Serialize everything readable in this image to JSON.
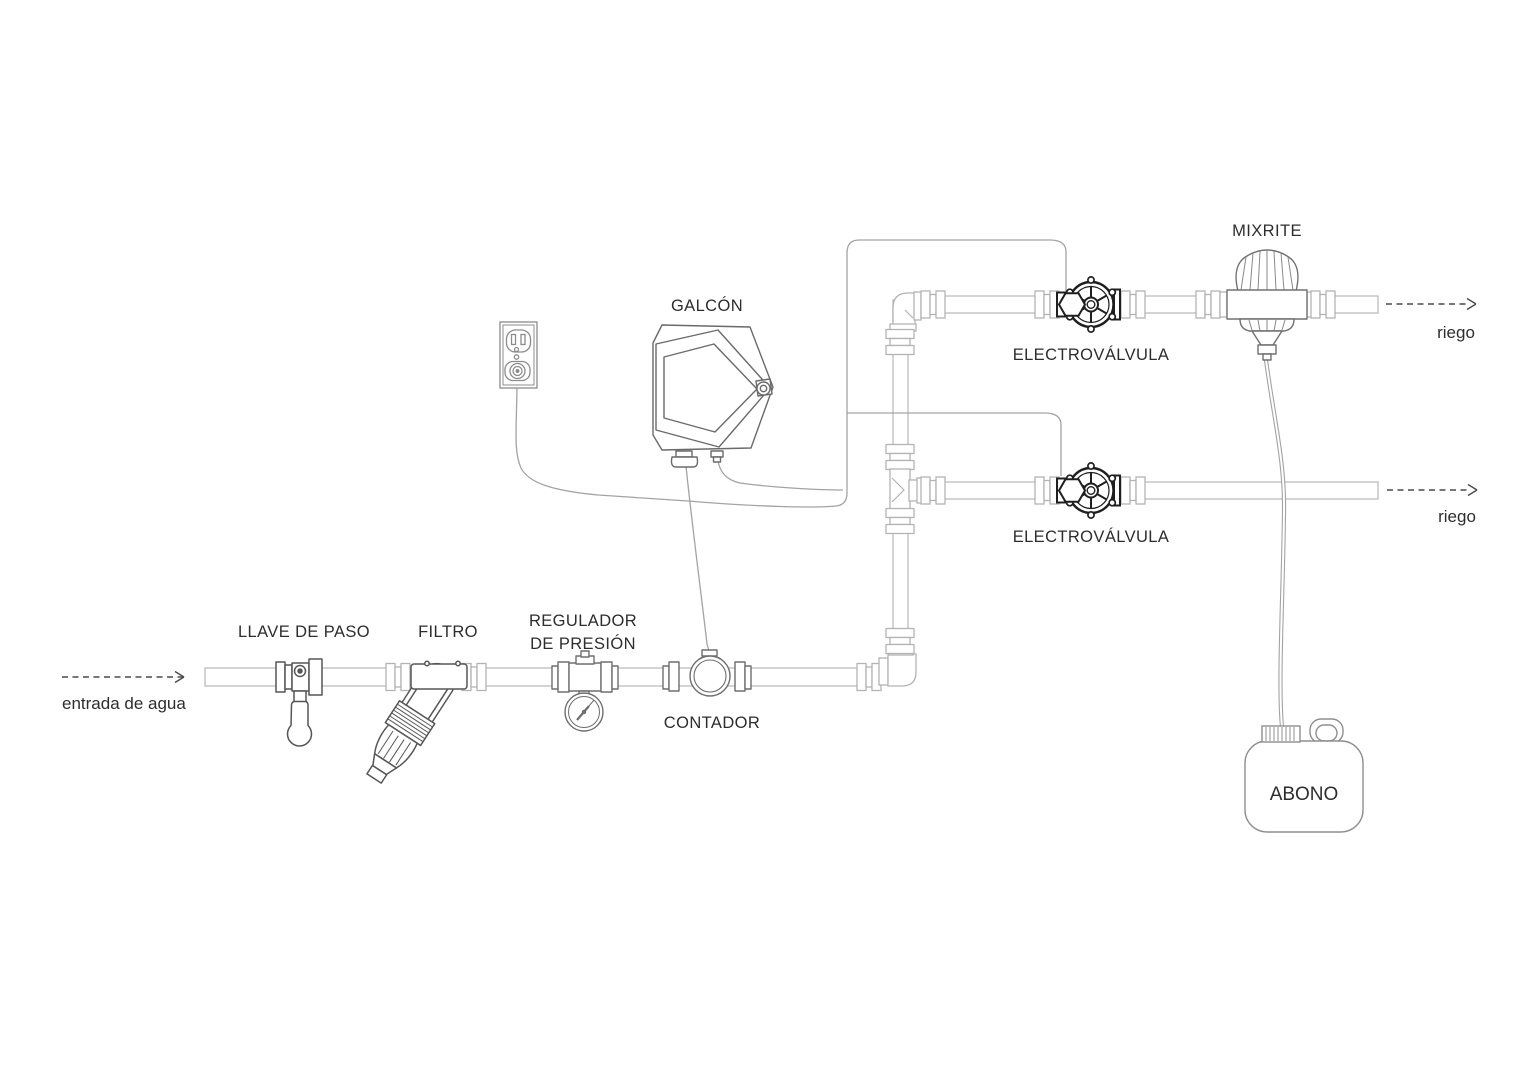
{
  "diagram": {
    "labels": {
      "entrada": "entrada de agua",
      "llave_de_paso": "LLAVE DE PASO",
      "filtro": "FILTRO",
      "regulador_line1": "REGULADOR",
      "regulador_line2": "DE PRESIÓN",
      "contador": "CONTADOR",
      "galcon": "GALCÓN",
      "electrovalvula_top": "ELECTROVÁLVULA",
      "electrovalvula_bottom": "ELECTROVÁLVULA",
      "mixrite": "MIXRITE",
      "riego_top": "riego",
      "riego_bottom": "riego",
      "abono": "ABONO"
    },
    "colors": {
      "background": "#ffffff",
      "pipe": "#bcbcbc",
      "wire": "#a3a3a3",
      "valve": "#1f1f1f",
      "equipment": "#565656",
      "text": "#2d2d2d"
    }
  }
}
